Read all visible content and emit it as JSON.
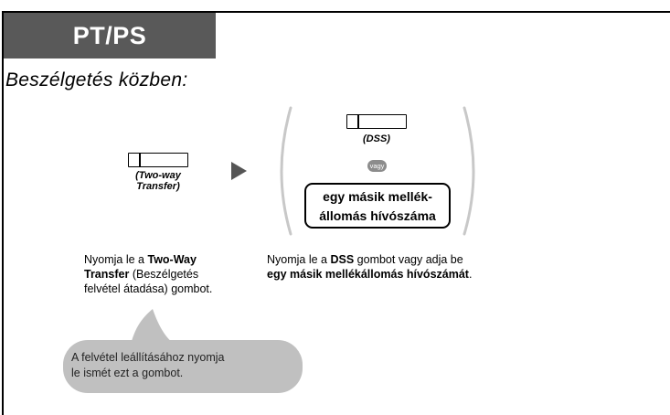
{
  "header": {
    "tab_label": "PT/PS"
  },
  "subtitle": "Beszélgetés közben:",
  "step1": {
    "button_caption_line1": "(Two-way",
    "button_caption_line2": "Transfer)",
    "desc_part1": "Nyomja le a ",
    "desc_bold1": "Two-Way",
    "desc_bold2": "Transfer",
    "desc_part2": " (Beszélgetés",
    "desc_line3": "felvétel átadása) gombot."
  },
  "step2": {
    "dss_caption": "(DSS)",
    "or_label": "vagy",
    "box_line1": "egy másik mellék-",
    "box_line2": "állomás hívószáma",
    "desc_part1": "Nyomja le a ",
    "desc_bold1": "DSS",
    "desc_part2": " gombot vagy adja be",
    "desc_bold2": "egy másik mellékállomás hívószámát",
    "desc_end": "."
  },
  "note": {
    "line1": "A felvétel leállításához nyomja",
    "line2": "le ismét ezt a gombot."
  },
  "colors": {
    "header_bg": "#595959",
    "bubble_bg": "#c0c0c0",
    "arrow": "#555555",
    "paren": "#c8c8c8"
  }
}
